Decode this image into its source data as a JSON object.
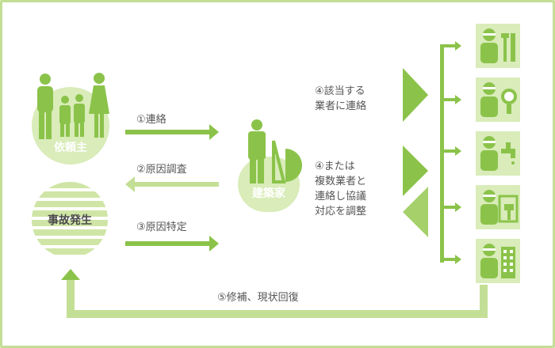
{
  "nodes": {
    "client": "依頼主",
    "incident": "事故発生",
    "architect": "建築家"
  },
  "steps": {
    "s1": "①連絡",
    "s2": "②原因調査",
    "s3": "③原因特定",
    "s4a": [
      "④該当する",
      "業者に連絡"
    ],
    "s4b": [
      "④または",
      "複数業者と",
      "連絡し協議",
      "対応を調整"
    ],
    "s5": "⑤修補、現状回復"
  },
  "contractors": [
    {
      "icon": "carpenter-tools-icon"
    },
    {
      "icon": "electrician-lightbulb-icon"
    },
    {
      "icon": "plumber-faucet-icon"
    },
    {
      "icon": "painter-roller-icon"
    },
    {
      "icon": "builder-building-icon"
    }
  ],
  "colors": {
    "primary": "#8bc34a",
    "light": "#c3df95",
    "pale": "#d9ecb9",
    "text": "#555555"
  }
}
